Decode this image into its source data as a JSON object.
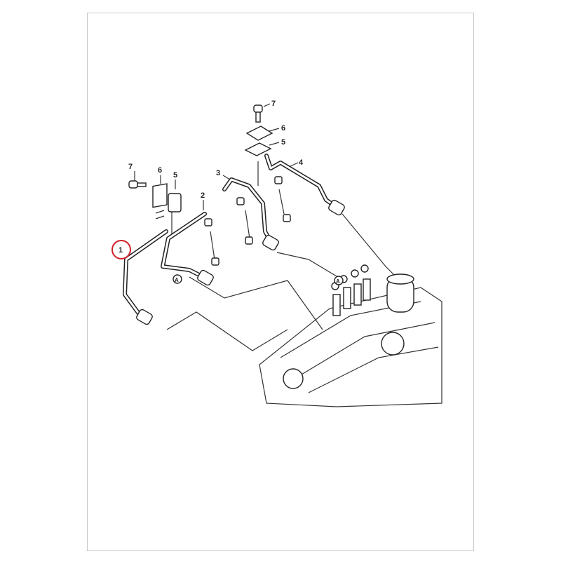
{
  "callouts": {
    "c1": "1",
    "c2": "2",
    "c3": "3",
    "c4": "4",
    "c5a": "5",
    "c6a": "6",
    "c7a": "7",
    "c5b": "5",
    "c6b": "6",
    "c7b": "7",
    "ref_a1": "A",
    "ref_a2": "A"
  },
  "colors": {
    "highlight": "#d0202a",
    "line": "#222222"
  }
}
